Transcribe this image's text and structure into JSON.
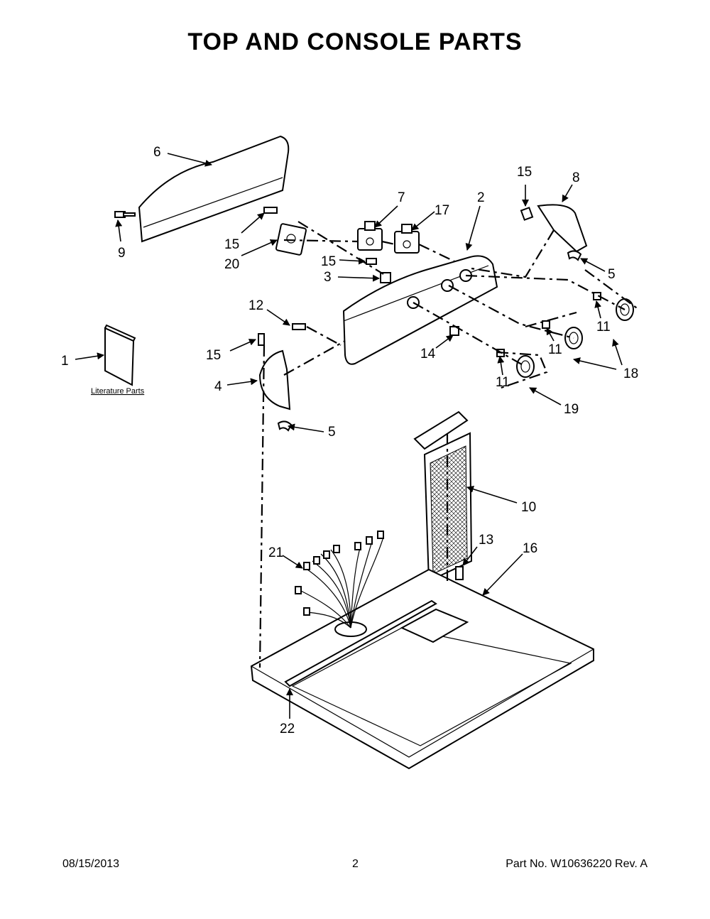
{
  "page": {
    "title": "TOP AND CONSOLE PARTS",
    "footer_date": "08/15/2013",
    "footer_page": "2",
    "footer_part": "Part No.  W10636220  Rev.  A"
  },
  "literature_caption": "Literature Parts",
  "callouts": {
    "c1": "1",
    "c2": "2",
    "c3": "3",
    "c4": "4",
    "c5a": "5",
    "c5b": "5",
    "c6": "6",
    "c7": "7",
    "c8": "8",
    "c9": "9",
    "c10": "10",
    "c11a": "11",
    "c11b": "11",
    "c11c": "11",
    "c12": "12",
    "c13": "13",
    "c14": "14",
    "c15a": "15",
    "c15b": "15",
    "c15c": "15",
    "c15d": "15",
    "c16": "16",
    "c17": "17",
    "c18": "18",
    "c19": "19",
    "c20": "20",
    "c21": "21",
    "c22": "22"
  }
}
